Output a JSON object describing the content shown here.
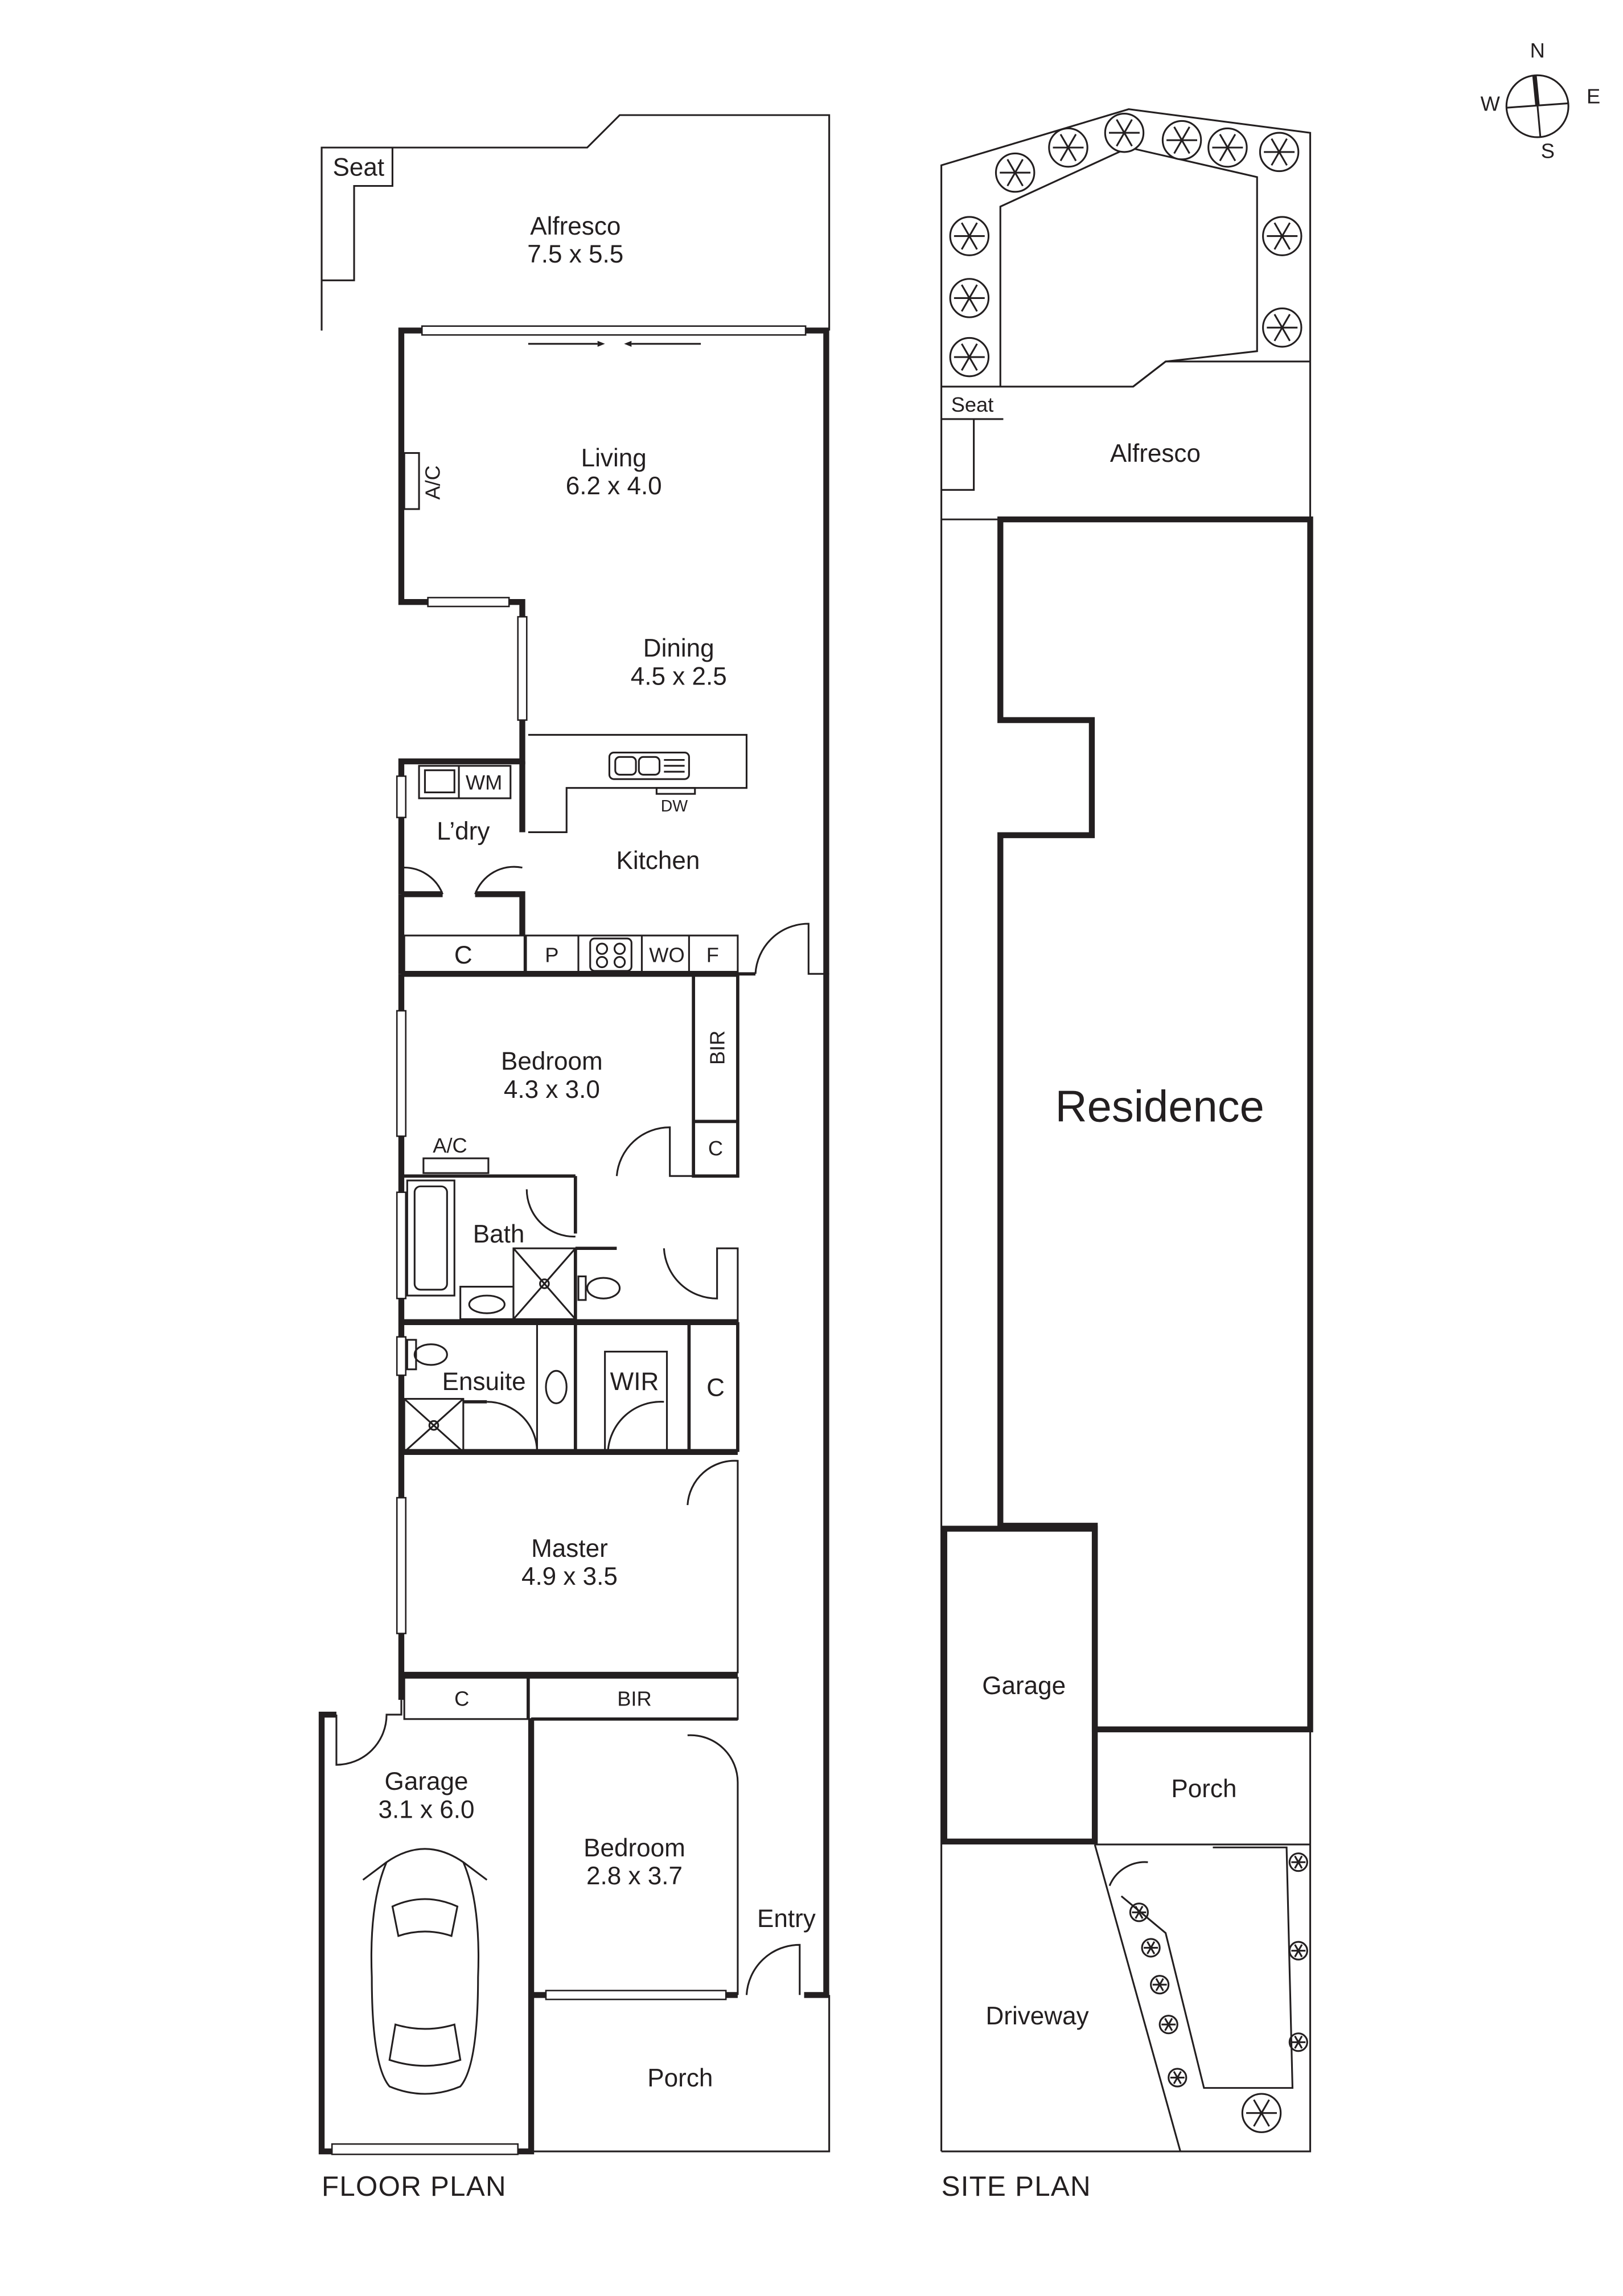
{
  "compass": {
    "n": "N",
    "e": "E",
    "s": "S",
    "w": "W"
  },
  "floor_plan": {
    "caption": "FLOOR PLAN",
    "alfresco": {
      "name": "Alfresco",
      "dims": "7.5 x 5.5",
      "seat": "Seat"
    },
    "living": {
      "name": "Living",
      "dims": "6.2 x 4.0",
      "ac": "A/C"
    },
    "dining": {
      "name": "Dining",
      "dims": "4.5 x 2.5"
    },
    "kitchen": {
      "name": "Kitchen",
      "dw": "DW",
      "pantry": "P",
      "wall_oven": "WO",
      "fridge": "F",
      "cupboard": "C"
    },
    "laundry": {
      "name": "L’dry",
      "wm": "WM"
    },
    "bedroom1": {
      "name": "Bedroom",
      "dims": "4.3 x 3.0",
      "bir": "BIR",
      "cupboard": "C",
      "ac": "A/C"
    },
    "bath": {
      "name": "Bath"
    },
    "ensuite": {
      "name": "Ensuite",
      "wir": "WIR",
      "cupboard": "C"
    },
    "master": {
      "name": "Master",
      "dims": "4.9 x 3.5",
      "cupboard": "C",
      "bir": "BIR"
    },
    "garage": {
      "name": "Garage",
      "dims": "3.1 x 6.0"
    },
    "bedroom2": {
      "name": "Bedroom",
      "dims": "2.8 x 3.7"
    },
    "entry": {
      "name": "Entry"
    },
    "porch": {
      "name": "Porch"
    }
  },
  "site_plan": {
    "caption": "SITE PLAN",
    "seat": "Seat",
    "alfresco": "Alfresco",
    "residence": "Residence",
    "garage": "Garage",
    "porch": "Porch",
    "driveway": "Driveway"
  }
}
